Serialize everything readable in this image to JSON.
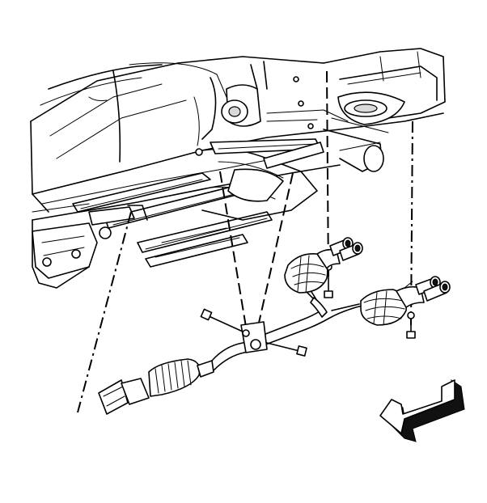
{
  "diagram": {
    "subject": "exhaust-system-removal-view",
    "colors": {
      "line": "#000000",
      "background": "#ffffff",
      "shade": "#d9d9d9"
    },
    "parts": [
      "vehicle-underbody",
      "front-catalytic-converter",
      "intermediate-pipe-with-resonator",
      "muffler-left",
      "muffler-right",
      "tailpipe-tips",
      "hanger-bracket",
      "mounting-bolts",
      "direction-arrow-icon"
    ]
  }
}
